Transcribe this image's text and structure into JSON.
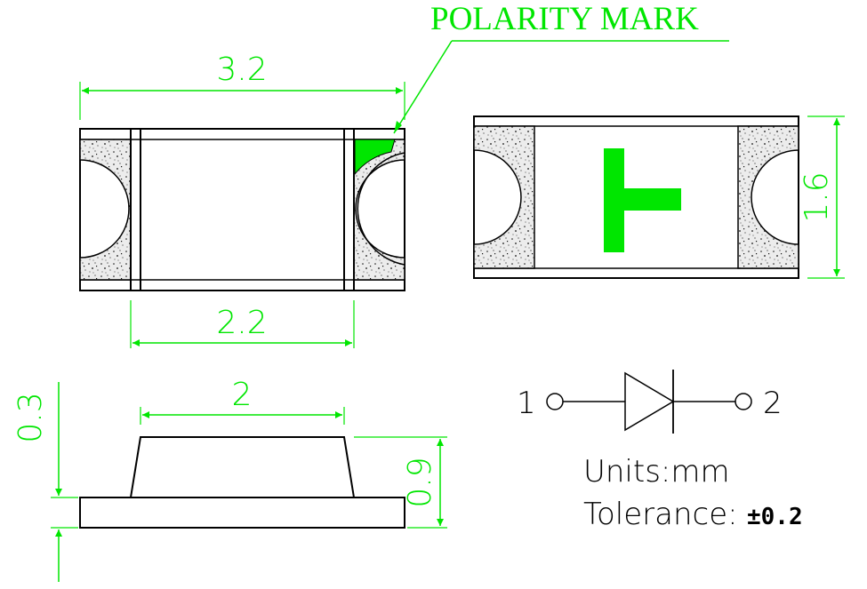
{
  "colors": {
    "dimension": "#00e600",
    "outline": "#000000",
    "mark": "#00e600",
    "texture_bg": "#e8e8e8"
  },
  "labels": {
    "polarity_mark": "POLARITY MARK",
    "dim_length_total": "3.2",
    "dim_width": "1.6",
    "dim_body_length": "2.2",
    "dim_top_length": "2",
    "dim_pad_thickness": "0.3",
    "dim_height": "0.9"
  },
  "schematic": {
    "pin1": "1",
    "pin2": "2"
  },
  "notes": {
    "units": "Units:mm",
    "tolerance_label": "Tolerance:",
    "tolerance_value": "±0.2"
  }
}
